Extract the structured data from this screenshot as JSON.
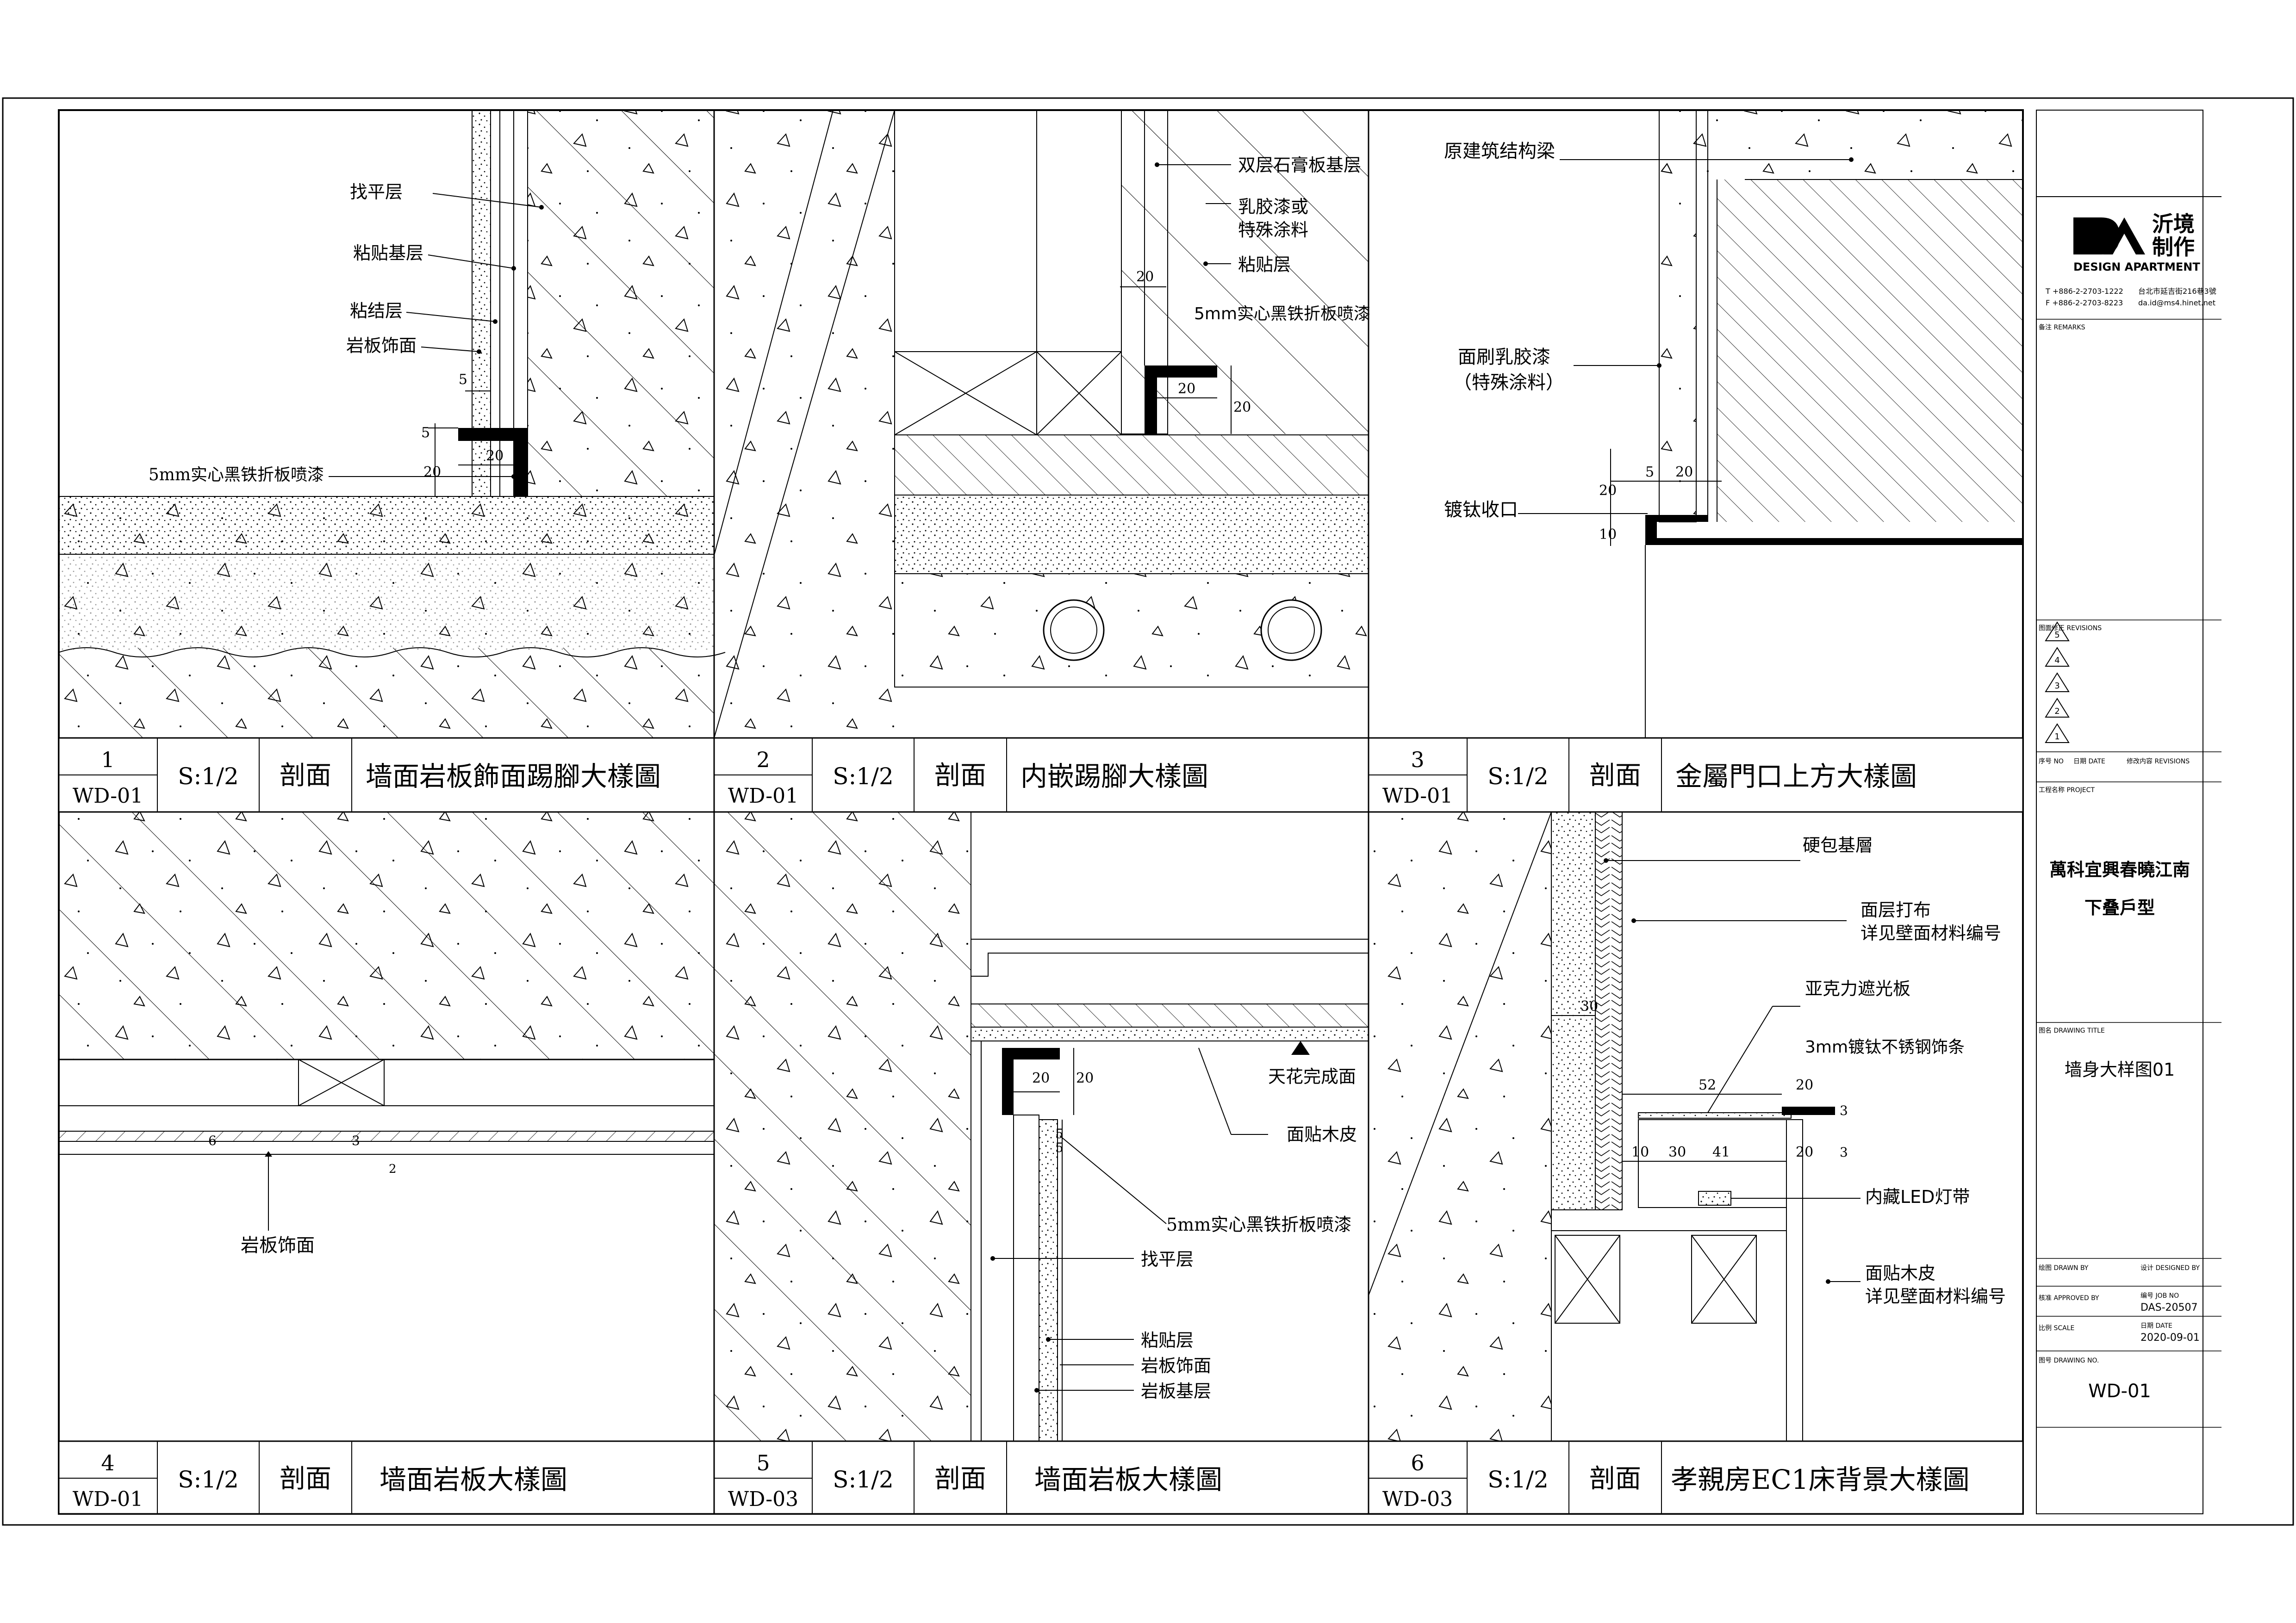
{
  "panels": [
    {
      "number": "1",
      "sheet_ref": "WD-01",
      "scale": "S:1/2",
      "type": "剖面",
      "title": "墙面岩板飾面踢腳大樣圖",
      "labels": [
        "找平层",
        "粘贴基层",
        "粘结层",
        "岩板饰面",
        "5mm实心黑铁折板喷漆"
      ],
      "dims": [
        "5",
        "5",
        "20",
        "20"
      ]
    },
    {
      "number": "2",
      "sheet_ref": "WD-01",
      "scale": "S:1/2",
      "type": "剖面",
      "title": "内嵌踢腳大樣圖",
      "labels": [
        "双层石膏板基层",
        "乳胶漆或",
        "特殊涂料",
        "粘贴层",
        "5mm实心黑铁折板喷漆"
      ],
      "dims": [
        "20",
        "20",
        "20"
      ]
    },
    {
      "number": "3",
      "sheet_ref": "WD-01",
      "scale": "S:1/2",
      "type": "剖面",
      "title": "金屬門口上方大樣圖",
      "labels": [
        "原建筑结构梁",
        "面刷乳胶漆",
        "（特殊涂料）",
        "镀钛收口"
      ],
      "dims": [
        "5",
        "20",
        "20",
        "10"
      ]
    },
    {
      "number": "4",
      "sheet_ref": "WD-01",
      "scale": "S:1/2",
      "type": "剖面",
      "title": "墙面岩板大樣圖",
      "labels": [
        "岩板饰面"
      ],
      "dims": [
        "6",
        "3",
        "2"
      ]
    },
    {
      "number": "5",
      "sheet_ref": "WD-03",
      "scale": "S:1/2",
      "type": "剖面",
      "title": "墙面岩板大樣圖",
      "labels": [
        "天花完成面",
        "面贴木皮",
        "5mm实心黑铁折板喷漆",
        "找平层",
        "粘贴层",
        "岩板饰面",
        "岩板基层"
      ],
      "dims": [
        "20",
        "20",
        "5",
        "5"
      ]
    },
    {
      "number": "6",
      "sheet_ref": "WD-03",
      "scale": "S:1/2",
      "type": "剖面",
      "title": "孝親房EC1床背景大樣圖",
      "labels": [
        "硬包基層",
        "面层打布",
        "详见壁面材料编号",
        "亚克力遮光板",
        "3mm镀钛不锈钢饰条",
        "内藏LED灯带",
        "面贴木皮",
        "详见壁面材料编号"
      ],
      "dims": [
        "30",
        "52",
        "20",
        "3",
        "10",
        "30",
        "41",
        "20",
        "3"
      ]
    }
  ],
  "title_block": {
    "logo_letters": "DA",
    "logo_cn_1": "沂境",
    "logo_cn_2": "制作",
    "logo_en": "DESIGN APARTMENT",
    "tel": "T  +886-2-2703-1222",
    "fax": "F  +886-2-2703-8223",
    "address": "台北市延吉街216巷3號",
    "email": "da.id@ms4.hinet.net",
    "remarks_label": "备注 REMARKS",
    "revisions_label": "图面修正 REVISIONS",
    "revision_marks": [
      "5",
      "4",
      "3",
      "2",
      "1"
    ],
    "rev_header_no": "序号 NO",
    "rev_header_date": "日期 DATE",
    "rev_header_content": "修改内容 REVISIONS",
    "project_label": "工程名称 PROJECT",
    "project_name_1": "萬科宜興春曉江南",
    "project_name_2": "下叠戶型",
    "drawing_title_label": "图名 DRAWING TITLE",
    "drawing_title": "墙身大样图01",
    "drawn_by_label": "绘图 DRAWN BY",
    "designed_by_label": "设计 DESIGNED BY",
    "approved_by_label": "核准 APPROVED BY",
    "job_no_label": "编号 JOB NO",
    "job_no": "DAS-20507",
    "scale_label": "比例 SCALE",
    "date_label": "日期 DATE",
    "date": "2020-09-01",
    "drawing_no_label": "图号 DRAWING NO.",
    "drawing_no": "WD-01"
  }
}
